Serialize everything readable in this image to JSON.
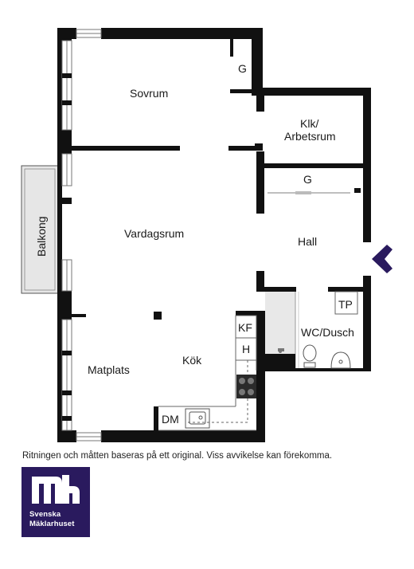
{
  "rooms": {
    "sovrum": "Sovrum",
    "g_top": "G",
    "klk_line1": "Klk/",
    "klk_line2": "Arbetsrum",
    "g_hall": "G",
    "vardagsrum": "Vardagsrum",
    "hall": "Hall",
    "balkong": "Balkong",
    "tp": "TP",
    "kf": "KF",
    "h": "H",
    "wc": "WC/Dusch",
    "kok": "Kök",
    "matplats": "Matplats",
    "dm": "DM"
  },
  "disclaimer": "Ritningen och måtten baseras på ett original. Viss avvikelse kan förekomma.",
  "logo": {
    "line1": "Svenska",
    "line2": "Mäklarhuset",
    "background": "#2a1a5e"
  },
  "colors": {
    "wall": "#111111",
    "balcony": "#e6e6e6",
    "entrance_arrow": "#2a1a5e"
  },
  "icons": [
    "entrance-arrow-icon",
    "stove-icon",
    "sink-icon",
    "toilet-icon",
    "washbasin-icon",
    "faucet-icon"
  ]
}
